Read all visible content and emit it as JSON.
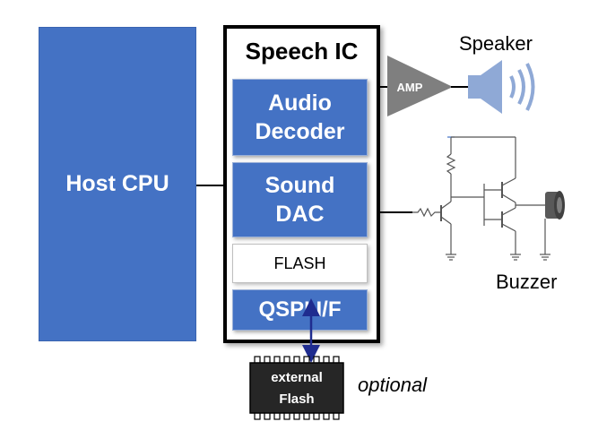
{
  "host": {
    "label": "Host CPU"
  },
  "speech_ic": {
    "title": "Speech IC",
    "audio_decoder": {
      "line1": "Audio",
      "line2": "Decoder"
    },
    "sound_dac": {
      "line1": "Sound",
      "line2": "DAC"
    },
    "flash": "FLASH",
    "qspi": "QSPI I/F"
  },
  "amp": {
    "label": "AMP"
  },
  "speaker": {
    "label": "Speaker"
  },
  "buzzer": {
    "label": "Buzzer"
  },
  "external_flash": {
    "line1": "external",
    "line2": "Flash",
    "note": "optional"
  },
  "colors": {
    "block_blue": "#4472c4",
    "amp_gray": "#7f7f7f",
    "speaker_blue": "#8fa9d6",
    "arrow_blue": "#1f2c8f",
    "chip_dark": "#262626"
  }
}
